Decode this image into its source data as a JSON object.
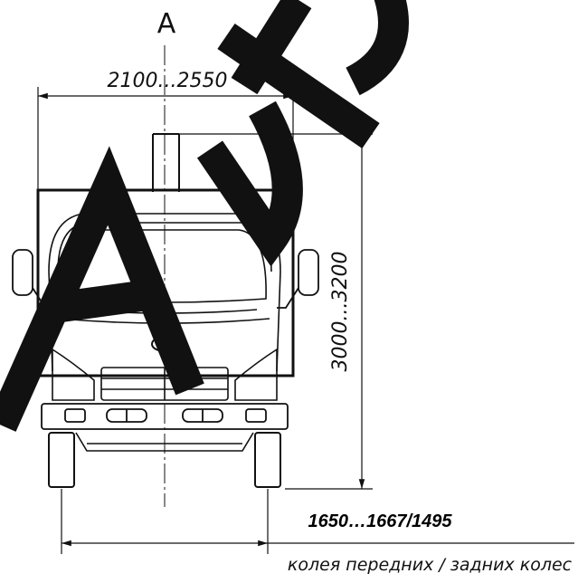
{
  "view_label": "A",
  "width_dimension": "2100...2550",
  "height_dimension": "3000...3200",
  "track_dimension": "1650…1667/1495",
  "track_caption": "колея передних / задних колес",
  "watermark_text": "AUTO",
  "logo_icon": "hyundai-logo-icon",
  "colors": {
    "line": "#111111",
    "background": "#ffffff"
  }
}
